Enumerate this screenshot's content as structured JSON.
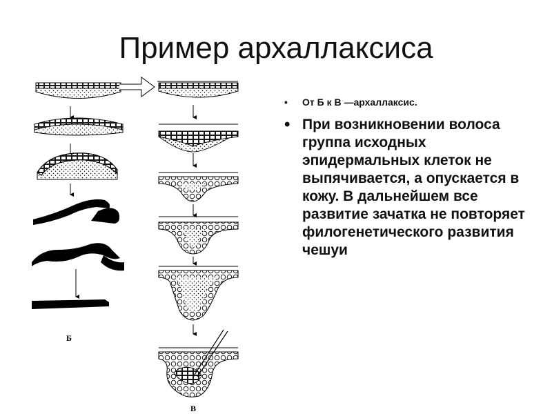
{
  "slide": {
    "title": "Пример архаллаксиса",
    "bullets": [
      {
        "text": "От Б к В —архаллаксис."
      },
      {
        "text": "При возникновении волоса группа исходных эпидермальных клеток не выпячивается, а опускается в кожу. В дальнейшем все развитие зачатка не повторяет филогенетического развития чешуи"
      }
    ],
    "figure": {
      "label_left": "Б",
      "label_right": "В"
    },
    "icons": [
      "arrow-down-icon",
      "arrow-right-outline-icon",
      "bullet-icon"
    ]
  }
}
